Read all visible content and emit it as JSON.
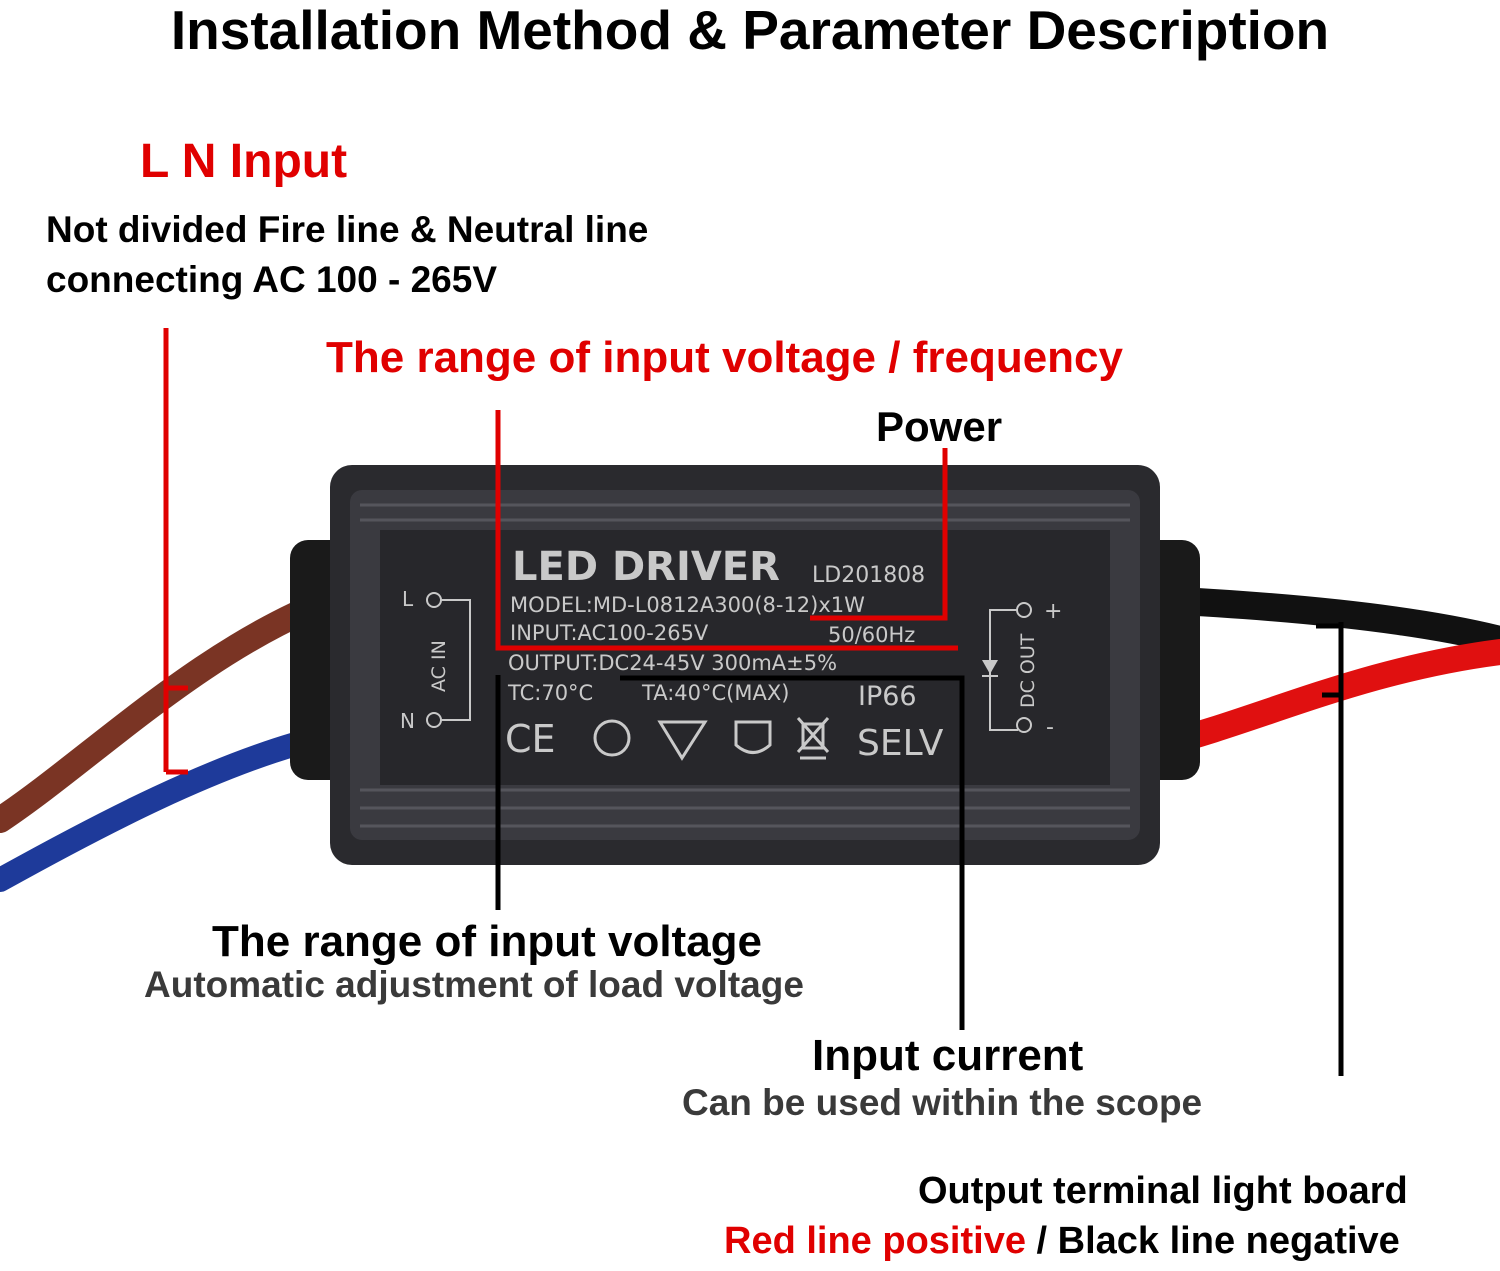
{
  "title": "Installation Method & Parameter Description",
  "ln_input": {
    "title": "L N Input",
    "line1": "Not divided Fire line & Neutral line",
    "line2": "connecting AC 100 - 265V"
  },
  "range_frequency_label": "The range of input voltage / frequency",
  "power_label": "Power",
  "range_voltage": {
    "title": "The range of input voltage",
    "subtitle": "Automatic adjustment of load voltage"
  },
  "input_current": {
    "title": "Input current",
    "subtitle": "Can be used within the scope"
  },
  "output_terminal": {
    "title": "Output terminal light board",
    "red_text": "Red line positive",
    "separator": " / ",
    "black_text": "Black line negative"
  },
  "device": {
    "name": "LED DRIVER",
    "code": "LD201808",
    "model": "MODEL:MD-L0812A300(8-12)x1W",
    "input": "INPUT:AC100-265V",
    "frequency": "50/60Hz",
    "output": "OUTPUT:DC24-45V 300mA±5%",
    "tc": "TC:70°C",
    "ta": "TA:40°C(MAX)",
    "ip": "IP66",
    "selv": "SELV",
    "ce": "CE",
    "ac_in": "AC IN",
    "dc_out": "DC OUT",
    "l": "L",
    "n": "N",
    "plus": "+",
    "minus": "-"
  },
  "colors": {
    "red": "#e00000",
    "black": "#000000",
    "brown_wire": "#7a3424",
    "blue_wire": "#1e3a9a",
    "red_wire": "#e01010",
    "chassis": "#2a2a2e"
  }
}
